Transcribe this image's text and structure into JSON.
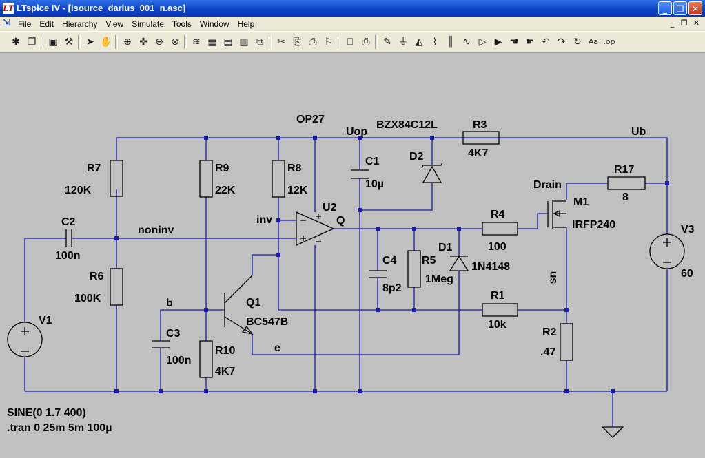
{
  "window": {
    "title": "LTspice IV - [isource_darius_001_n.asc]"
  },
  "menu": [
    "File",
    "Edit",
    "Hierarchy",
    "View",
    "Simulate",
    "Tools",
    "Window",
    "Help"
  ],
  "toolbar": [
    {
      "name": "new-schematic-icon",
      "glyph": "✱"
    },
    {
      "name": "open-icon",
      "glyph": "❐"
    },
    {
      "name": "save-icon",
      "glyph": "▣"
    },
    {
      "name": "control-panel-icon",
      "glyph": "⚒"
    },
    {
      "name": "run-icon",
      "glyph": "➤"
    },
    {
      "name": "halt-icon",
      "glyph": "✋"
    },
    {
      "name": "zoom-in-icon",
      "glyph": "⊕"
    },
    {
      "name": "pan-icon",
      "glyph": "✜"
    },
    {
      "name": "zoom-out-icon",
      "glyph": "⊖"
    },
    {
      "name": "zoom-fit-icon",
      "glyph": "⊗"
    },
    {
      "name": "autorange-icon",
      "glyph": "≋"
    },
    {
      "name": "tile-icon",
      "glyph": "▦"
    },
    {
      "name": "tile-horizontal-icon",
      "glyph": "▤"
    },
    {
      "name": "tile-vertical-icon",
      "glyph": "▥"
    },
    {
      "name": "cascade-icon",
      "glyph": "⧉"
    },
    {
      "name": "cut-icon",
      "glyph": "✂"
    },
    {
      "name": "copy-icon",
      "glyph": "⎘"
    },
    {
      "name": "paste-icon",
      "glyph": "⎙"
    },
    {
      "name": "find-icon",
      "glyph": "⚐"
    },
    {
      "name": "print-preview-icon",
      "glyph": "⎕"
    },
    {
      "name": "print-icon",
      "glyph": "⎙"
    },
    {
      "name": "draw-wire-icon",
      "glyph": "✎"
    },
    {
      "name": "ground-icon",
      "glyph": "⏚"
    },
    {
      "name": "label-net-icon",
      "glyph": "◭"
    },
    {
      "name": "resistor-icon",
      "glyph": "⌇"
    },
    {
      "name": "capacitor-icon",
      "glyph": "║"
    },
    {
      "name": "inductor-icon",
      "glyph": "∿"
    },
    {
      "name": "diode-icon",
      "glyph": "▷"
    },
    {
      "name": "component-icon",
      "glyph": "▶"
    },
    {
      "name": "move-icon",
      "glyph": "☚"
    },
    {
      "name": "drag-icon",
      "glyph": "☛"
    },
    {
      "name": "undo-icon",
      "glyph": "↶"
    },
    {
      "name": "redo-icon",
      "glyph": "↷"
    },
    {
      "name": "rotate-icon",
      "glyph": "↻"
    },
    {
      "name": "text-icon",
      "glyph": "Aa"
    },
    {
      "name": "spice-directive-icon",
      "glyph": ".op"
    }
  ],
  "schematic": {
    "components": [
      {
        "ref": "R7",
        "value": "120K"
      },
      {
        "ref": "R6",
        "value": "100K"
      },
      {
        "ref": "R9",
        "value": "22K"
      },
      {
        "ref": "R10",
        "value": "4K7"
      },
      {
        "ref": "R8",
        "value": "12K"
      },
      {
        "ref": "U2",
        "value": "OP27"
      },
      {
        "ref": "C1",
        "value": "10µ"
      },
      {
        "ref": "D2",
        "value": "BZX84C12L"
      },
      {
        "ref": "R3",
        "value": "4K7"
      },
      {
        "ref": "R17",
        "value": "8"
      },
      {
        "ref": "M1",
        "value": "IRFP240"
      },
      {
        "ref": "R4",
        "value": "100"
      },
      {
        "ref": "C4",
        "value": "8p2"
      },
      {
        "ref": "R5",
        "value": "1Meg"
      },
      {
        "ref": "D1",
        "value": "1N4148"
      },
      {
        "ref": "R1",
        "value": "10k"
      },
      {
        "ref": "R2",
        "value": ".47"
      },
      {
        "ref": "V3",
        "value": "60"
      },
      {
        "ref": "V1",
        "value": ""
      },
      {
        "ref": "C2",
        "value": "100n"
      },
      {
        "ref": "C3",
        "value": "100n"
      },
      {
        "ref": "Q1",
        "value": "BC547B"
      }
    ],
    "nets": [
      "Uop",
      "Ub",
      "noninv",
      "inv",
      "Q",
      "Drain",
      "b",
      "e",
      "sn"
    ],
    "v1_source": "SINE(0 1.7 400)",
    "directive": ".tran 0 25m 5m 100µ"
  }
}
